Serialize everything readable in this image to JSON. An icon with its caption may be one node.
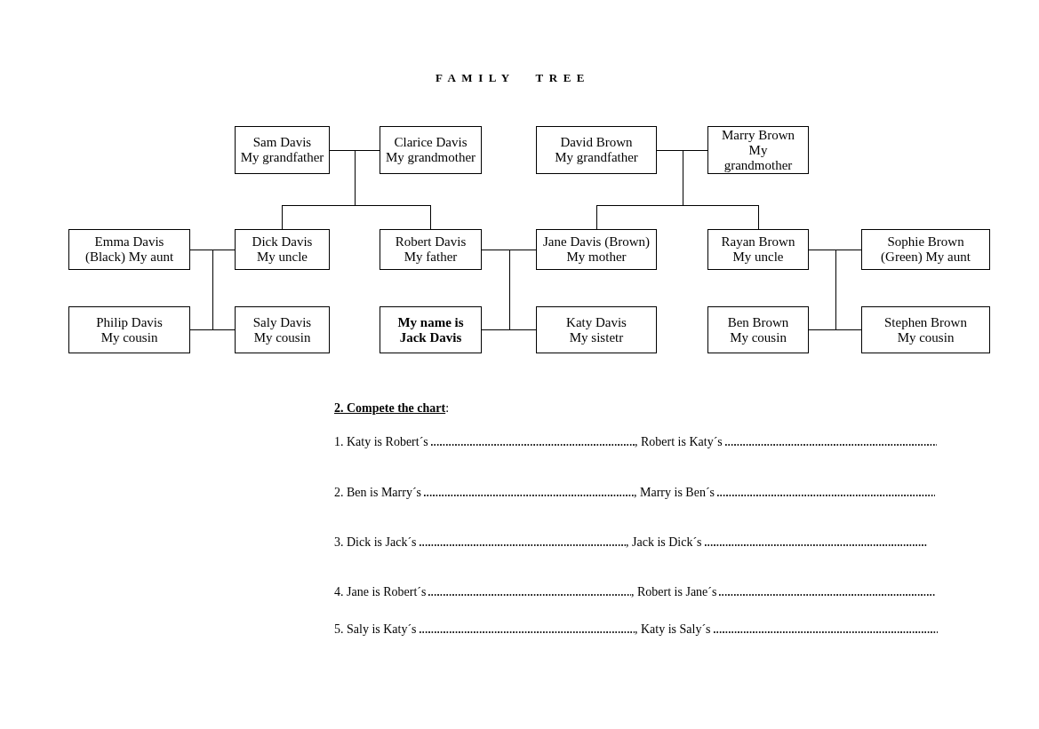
{
  "diagram": {
    "title": "FAMILY TREE",
    "nodes": [
      {
        "text": [
          "Sam Davis",
          "My grandfather"
        ]
      },
      {
        "text": [
          "Clarice Davis",
          "My grandmother"
        ]
      },
      {
        "text": [
          "David Brown",
          "My grandfather"
        ]
      },
      {
        "text": [
          "Marry Brown",
          "My grandmother"
        ]
      },
      {
        "text": [
          "Emma Davis",
          "(Black) My aunt"
        ]
      },
      {
        "text": [
          "Dick Davis",
          "My uncle"
        ]
      },
      {
        "text": [
          "Robert Davis",
          "My father"
        ]
      },
      {
        "text": [
          "Jane Davis (Brown)",
          "My mother"
        ]
      },
      {
        "text": [
          "Rayan Brown",
          "My uncle"
        ]
      },
      {
        "text": [
          "Sophie Brown",
          "(Green) My aunt"
        ]
      },
      {
        "text": [
          "Philip Davis",
          "My cousin"
        ]
      },
      {
        "text": [
          "Saly Davis",
          "My cousin"
        ]
      },
      {
        "text": [
          "My name is Jack Davis"
        ]
      },
      {
        "text": [
          "Katy Davis",
          "My sistetr"
        ]
      },
      {
        "text": [
          "Ben Brown",
          "My cousin"
        ]
      },
      {
        "text": [
          "Stephen Brown",
          "My cousin"
        ]
      }
    ],
    "edges": [
      {
        "from": 0,
        "to": 1,
        "arrow": "none"
      },
      {
        "from": 0,
        "to": 5,
        "arrow": "none"
      },
      {
        "from": 1,
        "to": 5,
        "arrow": "none"
      },
      {
        "from": 0,
        "to": 6,
        "arrow": "none"
      },
      {
        "from": 1,
        "to": 6,
        "arrow": "none"
      },
      {
        "from": 2,
        "to": 3,
        "arrow": "none"
      },
      {
        "from": 2,
        "to": 7,
        "arrow": "none"
      },
      {
        "from": 3,
        "to": 7,
        "arrow": "none"
      },
      {
        "from": 2,
        "to": 8,
        "arrow": "none"
      },
      {
        "from": 3,
        "to": 8,
        "arrow": "none"
      },
      {
        "from": 4,
        "to": 5,
        "arrow": "none"
      },
      {
        "from": 4,
        "to": 10,
        "arrow": "none"
      },
      {
        "from": 5,
        "to": 10,
        "arrow": "none"
      },
      {
        "from": 4,
        "to": 11,
        "arrow": "none"
      },
      {
        "from": 5,
        "to": 11,
        "arrow": "none"
      },
      {
        "from": 6,
        "to": 7,
        "arrow": "none"
      },
      {
        "from": 6,
        "to": 12,
        "arrow": "none"
      },
      {
        "from": 7,
        "to": 12,
        "arrow": "none"
      },
      {
        "from": 6,
        "to": 13,
        "arrow": "none"
      },
      {
        "from": 7,
        "to": 13,
        "arrow": "none"
      },
      {
        "from": 8,
        "to": 9,
        "arrow": "none"
      },
      {
        "from": 8,
        "to": 14,
        "arrow": "none"
      },
      {
        "from": 9,
        "to": 14,
        "arrow": "none"
      },
      {
        "from": 8,
        "to": 15,
        "arrow": "none"
      },
      {
        "from": 9,
        "to": 15,
        "arrow": "none"
      }
    ],
    "labels": [
      "**2. Compete the chart**:",
      "1. Katy is Robert´s",
      ", Robert is Katy´s",
      "2. Ben is Marry´s",
      ", Marry is Ben´s",
      "3. Dick is Jack´s",
      ", Jack is Dick´s",
      "4. Jane is Robert´s",
      ", Robert is Jane´s",
      "5. Saly is Katy´s",
      ", Katy is Saly´s"
    ]
  }
}
